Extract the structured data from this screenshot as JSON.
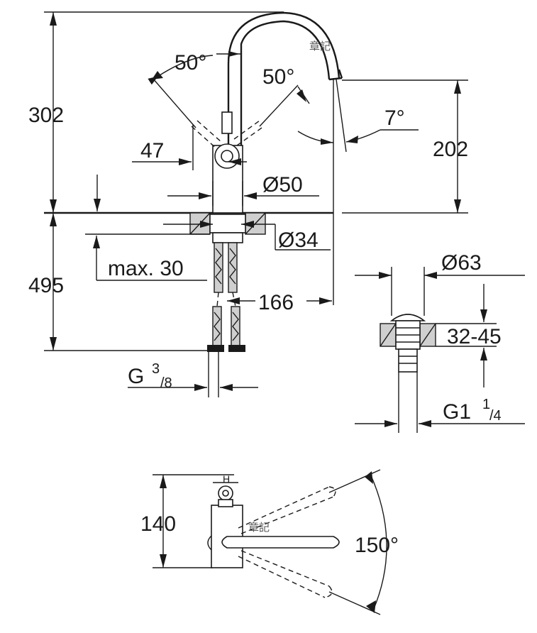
{
  "labels": {
    "total_height": "302",
    "spout_height": "202",
    "below_deck": "495",
    "lever_angle_left": "50°",
    "lever_angle_right": "50°",
    "spout_tilt": "7°",
    "lever_offset": "47",
    "body_diameter": "Ø50",
    "hole_diameter": "Ø34",
    "max_deck": "max. 30",
    "reach": "166",
    "connection_main": "G",
    "connection_num": "3",
    "connection_den": "/8",
    "waste_diameter": "Ø63",
    "waste_range": "32-45",
    "waste_thread_main": "G1",
    "waste_thread_num": "1",
    "waste_thread_den": "/4",
    "plan_depth": "140",
    "swivel_angle": "150°",
    "plan_marker": "H"
  },
  "watermark": {
    "top": "章記",
    "plan": "章記"
  },
  "colors": {
    "line": "#1a1a1a",
    "hatch_fill": "#cfcfcf"
  }
}
